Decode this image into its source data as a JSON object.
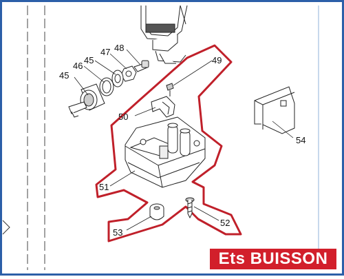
{
  "diagram": {
    "part_labels": [
      "45",
      "46",
      "45",
      "47",
      "48",
      "49",
      "50",
      "51",
      "52",
      "53",
      "54"
    ],
    "highlight_color": "#c0202a",
    "frame_color": "#2c5fa8"
  },
  "brand": {
    "text": "Ets BUISSON",
    "background": "#d21f2b",
    "text_color": "#ffffff"
  }
}
